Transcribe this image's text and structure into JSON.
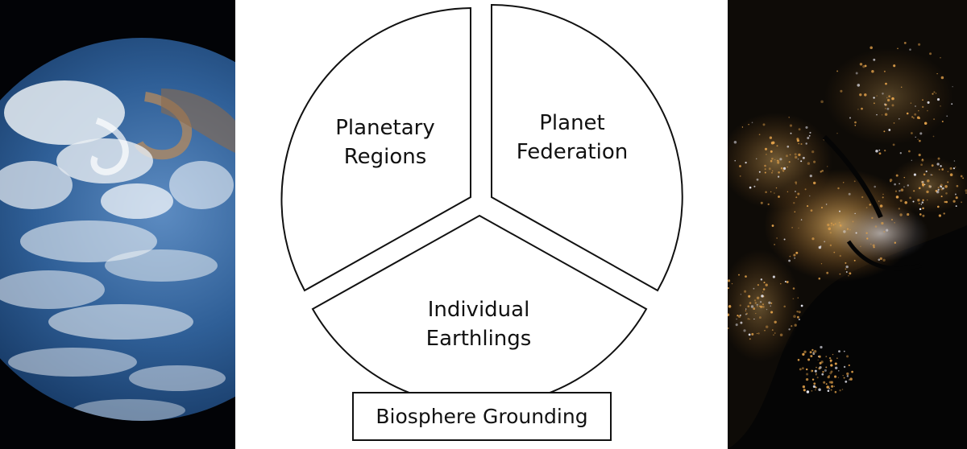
{
  "diagram": {
    "segments": [
      {
        "line1": "Planetary",
        "line2": "Regions"
      },
      {
        "line1": "Planet",
        "line2": "Federation"
      },
      {
        "line1": "Individual",
        "line2": "Earthlings"
      }
    ],
    "grounding_label": "Biosphere Grounding"
  },
  "images": {
    "left": "earth-from-space-photo",
    "right": "city-lights-at-night-photo"
  },
  "colors": {
    "space": "#020306",
    "ocean": "#2f5f97",
    "cloud": "#e9eef3",
    "city_light": "#e0a04a",
    "outline": "#111111"
  }
}
